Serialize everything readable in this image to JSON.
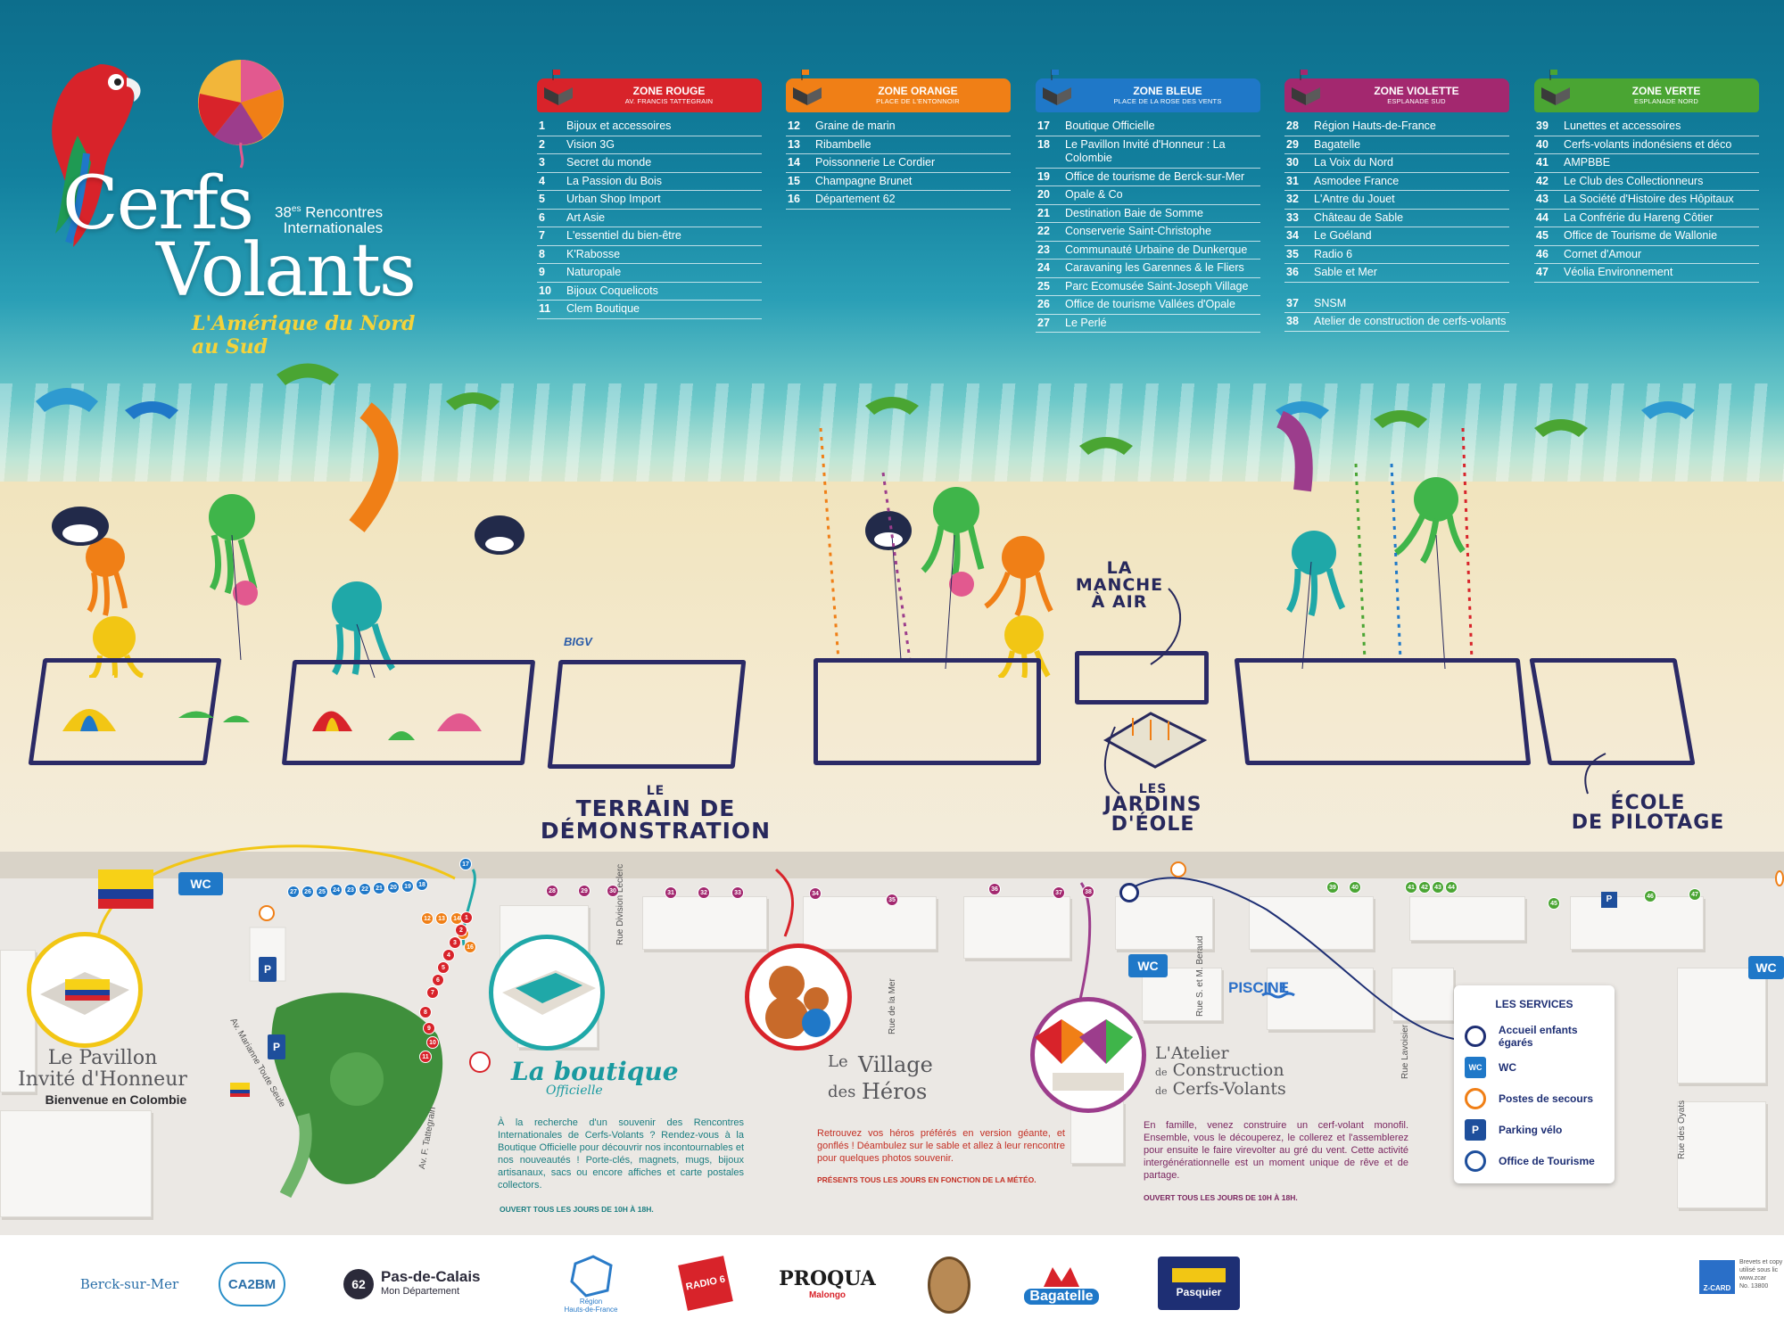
{
  "title": {
    "line1": "Cerfs",
    "line2": "Volants",
    "edition_num": "38",
    "edition_sup": "es",
    "edition_rest": "Rencontres",
    "edition_line2": "Internationales",
    "subtitle": "L'Amérique du Nord au Sud"
  },
  "zones": [
    {
      "name": "ZONE ROUGE",
      "sub": "AV. FRANCIS TATTEGRAIN",
      "color": "#d8232a",
      "items": [
        {
          "num": "1",
          "label": "Bijoux et accessoires"
        },
        {
          "num": "2",
          "label": "Vision 3G"
        },
        {
          "num": "3",
          "label": "Secret du monde"
        },
        {
          "num": "4",
          "label": "La Passion du Bois"
        },
        {
          "num": "5",
          "label": "Urban Shop Import"
        },
        {
          "num": "6",
          "label": "Art Asie"
        },
        {
          "num": "7",
          "label": "L'essentiel du bien-être"
        },
        {
          "num": "8",
          "label": "K'Rabosse"
        },
        {
          "num": "9",
          "label": "Naturopale"
        },
        {
          "num": "10",
          "label": "Bijoux Coquelicots"
        },
        {
          "num": "11",
          "label": "Clem Boutique"
        }
      ]
    },
    {
      "name": "ZONE ORANGE",
      "sub": "PLACE DE L'ENTONNOIR",
      "color": "#f07f16",
      "items": [
        {
          "num": "12",
          "label": "Graine de marin"
        },
        {
          "num": "13",
          "label": "Ribambelle"
        },
        {
          "num": "14",
          "label": "Poissonnerie Le Cordier"
        },
        {
          "num": "15",
          "label": "Champagne Brunet"
        },
        {
          "num": "16",
          "label": "Département 62"
        }
      ]
    },
    {
      "name": "ZONE BLEUE",
      "sub": "PLACE DE LA ROSE DES VENTS",
      "color": "#1f78c8",
      "items": [
        {
          "num": "17",
          "label": "Boutique Officielle"
        },
        {
          "num": "18",
          "label": "Le Pavillon Invité d'Honneur : La Colombie"
        },
        {
          "num": "19",
          "label": "Office de tourisme de Berck-sur-Mer"
        },
        {
          "num": "20",
          "label": "Opale & Co"
        },
        {
          "num": "21",
          "label": "Destination Baie de Somme"
        },
        {
          "num": "22",
          "label": "Conserverie Saint-Christophe"
        },
        {
          "num": "23",
          "label": "Communauté Urbaine de Dunkerque"
        },
        {
          "num": "24",
          "label": "Caravaning les Garennes & le Fliers"
        },
        {
          "num": "25",
          "label": "Parc Ecomusée Saint-Joseph Village"
        },
        {
          "num": "26",
          "label": "Office de tourisme Vallées d'Opale"
        },
        {
          "num": "27",
          "label": "Le Perlé"
        }
      ]
    },
    {
      "name": "ZONE VIOLETTE",
      "sub": "ESPLANADE SUD",
      "color": "#a3286f",
      "items": [
        {
          "num": "28",
          "label": "Région Hauts-de-France"
        },
        {
          "num": "29",
          "label": "Bagatelle"
        },
        {
          "num": "30",
          "label": "La Voix du Nord"
        },
        {
          "num": "31",
          "label": "Asmodee France"
        },
        {
          "num": "32",
          "label": "L'Antre du Jouet"
        },
        {
          "num": "33",
          "label": "Château de Sable"
        },
        {
          "num": "34",
          "label": "Le Goéland"
        },
        {
          "num": "35",
          "label": "Radio 6"
        },
        {
          "num": "36",
          "label": "Sable et Mer"
        },
        {
          "num": "37",
          "label": "SNSM",
          "gap": true
        },
        {
          "num": "38",
          "label": "Atelier de construction de cerfs-volants"
        }
      ]
    },
    {
      "name": "ZONE VERTE",
      "sub": "ESPLANADE NORD",
      "color": "#4aa533",
      "items": [
        {
          "num": "39",
          "label": "Lunettes et accessoires"
        },
        {
          "num": "40",
          "label": "Cerfs-volants indonésiens et déco"
        },
        {
          "num": "41",
          "label": "AMPBBE"
        },
        {
          "num": "42",
          "label": "Le Club des Collectionneurs"
        },
        {
          "num": "43",
          "label": "La Société d'Histoire des Hôpitaux"
        },
        {
          "num": "44",
          "label": "La Confrérie du Hareng Côtier"
        },
        {
          "num": "45",
          "label": "Office de Tourisme de Wallonie"
        },
        {
          "num": "46",
          "label": "Cornet d'Amour"
        },
        {
          "num": "47",
          "label": "Véolia Environnement"
        }
      ]
    }
  ],
  "map_labels": {
    "manche_l1": "LA",
    "manche_l2": "MANCHE",
    "manche_l3": "À AIR",
    "terrain_l1": "LE",
    "terrain_l2": "TERRAIN DE",
    "terrain_l3": "DÉMONSTRATION",
    "jardins_l1": "LES",
    "jardins_l2": "JARDINS",
    "jardins_l3": "D'ÉOLE",
    "ecole_l1": "ÉCOLE",
    "ecole_l2": "DE PILOTAGE",
    "bigv": "BIGV",
    "piscine": "PISCINE",
    "wc": "WC",
    "streets": {
      "division": "Rue Division Leclerc",
      "mer": "Rue de la Mer",
      "beraud": "Rue S. et M. Beraud",
      "lavoisier": "Rue Lavoisier",
      "oyats": "Rue des Oyats",
      "tattegrain": "Av. F. Tattegrain",
      "toute_seule": "Av. Marianne Toute Seule"
    }
  },
  "pavillon": {
    "line1": "Le Pavillon",
    "line2": "Invité d'Honneur",
    "line3": "Bienvenue en Colombie"
  },
  "boutique": {
    "title": "La boutique",
    "sub": "Officielle",
    "desc": "À la recherche d'un souvenir des Rencontres Internationales de Cerfs-Volants ? Rendez-vous à la Boutique Officielle pour découvrir nos incontournables et nos nouveautés ! Porte-clés, magnets, mugs, bijoux artisanaux, sacs ou encore affiches et carte postales collectors.",
    "open": "OUVERT TOUS LES JOURS DE 10H À 18H."
  },
  "village": {
    "le": "Le",
    "village": "Village",
    "des": "des",
    "heros": "Héros",
    "desc": "Retrouvez vos héros préférés en version géante, et gonflés ! Déambulez sur le sable et allez à leur rencontre pour quelques photos souvenir.",
    "open": "PRÉSENTS TOUS LES JOURS EN FONCTION DE LA MÉTÉO."
  },
  "atelier": {
    "l1": "L'Atelier",
    "de1": "de",
    "l2": "Construction",
    "de2": "de",
    "l3": "Cerfs-Volants",
    "desc": "En famille, venez construire un cerf-volant monofil. Ensemble, vous le découperez, le collerez et l'assemblerez pour ensuite le faire virevolter au gré du vent. Cette activité intergénérationnelle est un moment unique de rêve et de partage.",
    "open": "OUVERT TOUS LES JOURS DE 10H À 18H."
  },
  "services": {
    "title": "LES SERVICES",
    "items": [
      {
        "label": "Accueil enfants égarés",
        "icon": "child-icon",
        "icon_text": ""
      },
      {
        "label": "WC",
        "icon": "wc-icon",
        "icon_text": "WC"
      },
      {
        "label": "Postes de secours",
        "icon": "first-aid-icon",
        "icon_text": ""
      },
      {
        "label": "Parking vélo",
        "icon": "bike-parking-icon",
        "icon_text": "P"
      },
      {
        "label": "Office de Tourisme",
        "icon": "tourism-office-icon",
        "icon_text": ""
      }
    ]
  },
  "footer": {
    "berck": "Berck-sur-Mer",
    "ca2bm": "CA2BM",
    "pdc_num": "62",
    "pdc_name": "Pas-de-Calais",
    "pdc_sub": "Mon Département",
    "region_l1": "Région",
    "region_l2": "Hauts-de-France",
    "radio": "RADIO 6",
    "proqua": "PROQUA",
    "proqua_sub": "Malongo",
    "bagatelle": "Bagatelle",
    "pasquier": "Pasquier",
    "zcard": "Z-CARD",
    "zcard_note1": "Brevets et copy",
    "zcard_note2": "utilisé sous lic",
    "zcard_note3": "www.zcar",
    "zcard_note4": "No. 13800"
  },
  "colors": {
    "navy": "#27285c",
    "services_blue": "#1e2f74",
    "first_aid": "#f07f16"
  }
}
